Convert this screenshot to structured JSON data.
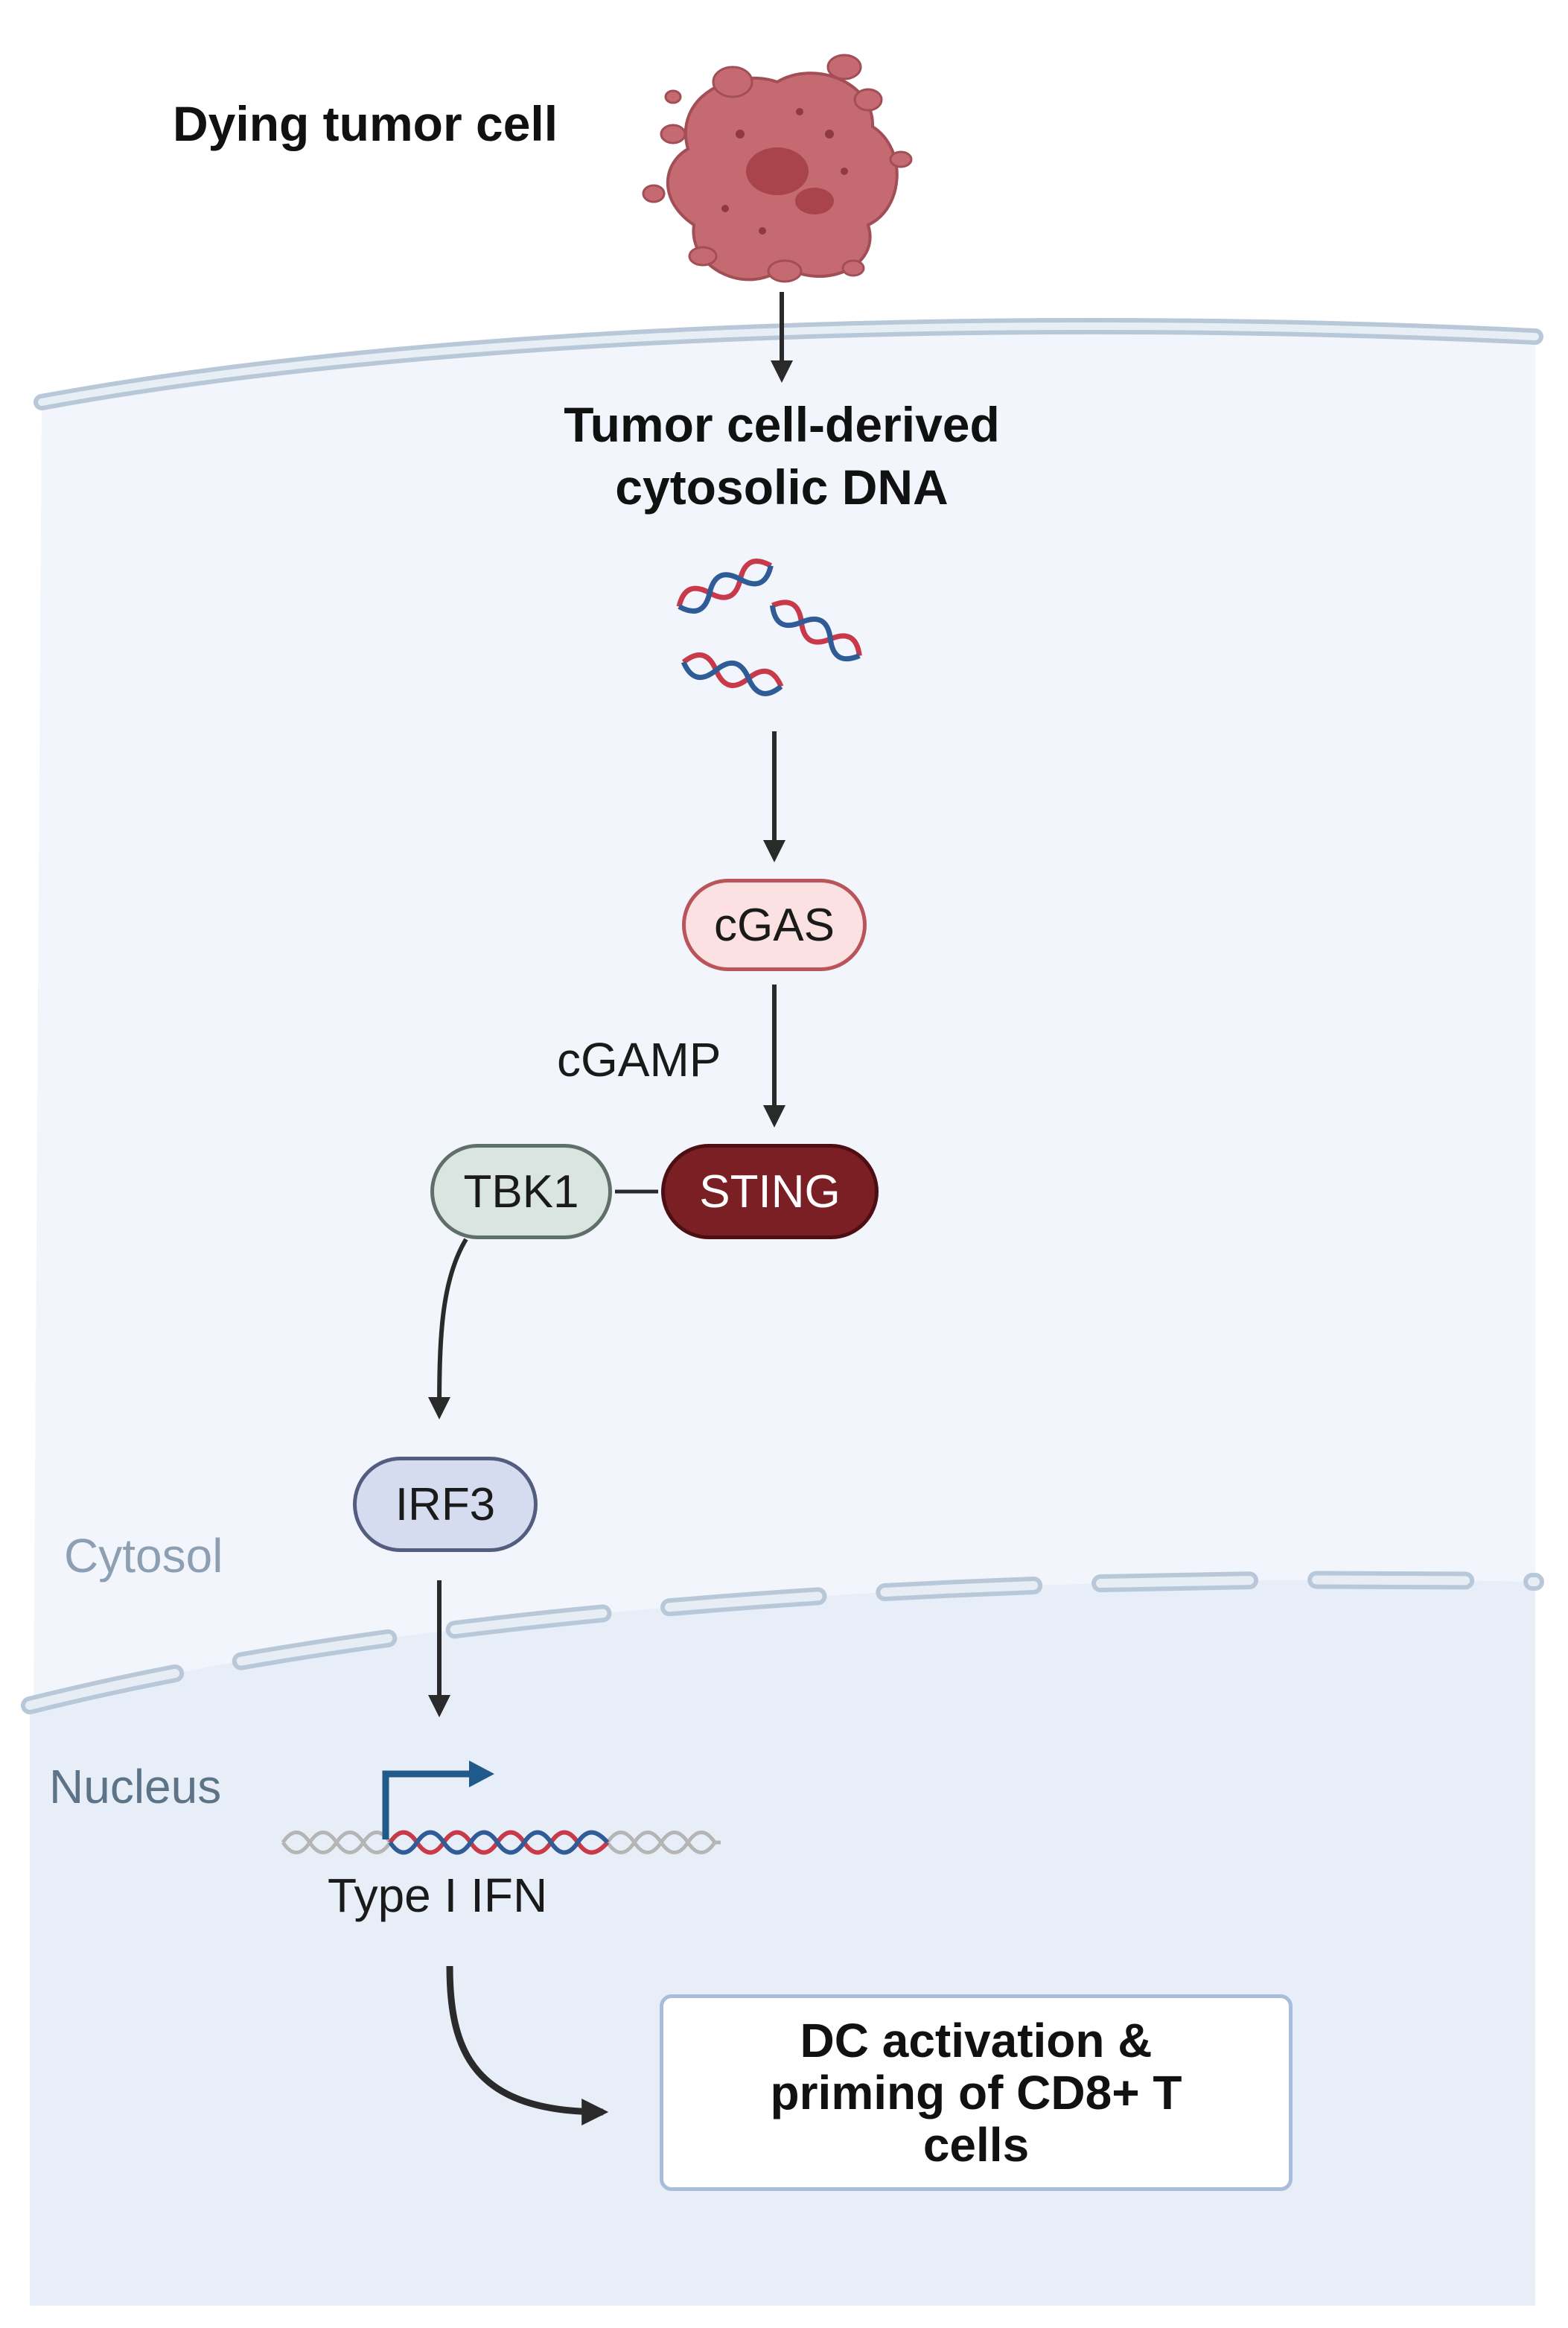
{
  "labels": {
    "dying_tumor_cell": "Dying tumor cell",
    "derived_dna_line1": "Tumor cell-derived",
    "derived_dna_line2": "cytosolic DNA",
    "cgamp": "cGAMP",
    "cytosol": "Cytosol",
    "nucleus": "Nucleus",
    "type_i_ifn": "Type I IFN"
  },
  "nodes": {
    "cgas": "cGAS",
    "sting": "STING",
    "tbk1": "TBK1",
    "irf3": "IRF3"
  },
  "outcome": {
    "line1": "DC activation &",
    "line2": "priming of CD8+ T",
    "line3": "cells"
  },
  "colors": {
    "cytosol_bg": "#f2f6fc",
    "nucleus_bg": "#e8eef8",
    "membrane": "#c9d7e5",
    "dna_red": "#c83a4a",
    "dna_blue": "#2f5c96",
    "promoter_arrow": "#1f5a8a",
    "tumor_cell": "#c56a70",
    "arrow": "#2a2a2a"
  }
}
